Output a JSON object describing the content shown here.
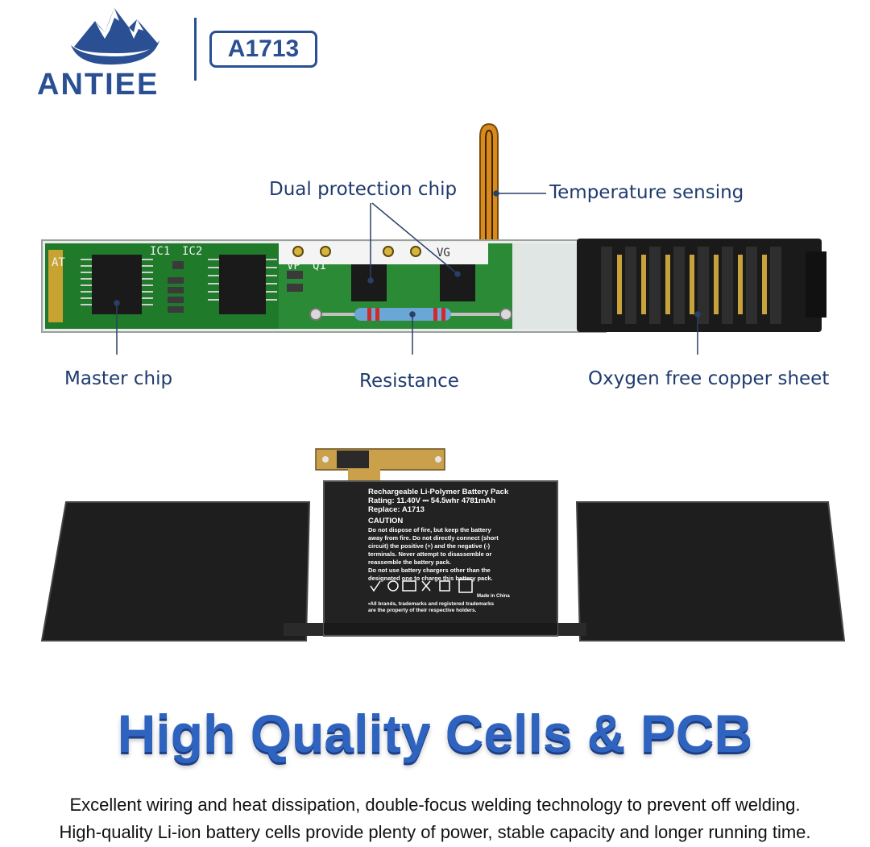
{
  "brand": {
    "name": "ANTIEE",
    "model": "A1713",
    "color": "#2a4f93"
  },
  "callouts": {
    "dual_protection": "Dual protection chip",
    "temperature": "Temperature sensing",
    "master_chip": "Master chip",
    "resistance": "Resistance",
    "copper_sheet": "Oxygen free copper sheet"
  },
  "pcb": {
    "silkscreen": [
      "AT",
      "IC1",
      "IC2",
      "VP",
      "Q1",
      "VG"
    ]
  },
  "battery_label": {
    "line1": "Rechargeable Li-Polymer Battery Pack",
    "line2": "Rating: 11.40V ⎓ 54.5whr 4781mAh",
    "line3": "Replace: A1713",
    "caution_title": "CAUTION",
    "caution_lines": [
      "Do not dispose of fire, but keep the battery",
      "away from fire. Do not directly connect (short",
      "circuit) the positive (+) and the negative (-)",
      "terminals. Never attempt to disassemble or",
      "reassemble the battery pack.",
      "Do not use battery chargers other than the",
      "designated one to charge this battery pack."
    ],
    "made_in": "Made in China",
    "trademark_lines": [
      "•All brands, trademarks and registered trademarks",
      "are the property of their respective holders."
    ]
  },
  "headline": "High Quality Cells & PCB",
  "description": [
    "Excellent wiring and heat dissipation, double-focus welding technology to prevent off welding.",
    "High-quality Li-ion battery cells provide plenty of power, stable capacity and longer running time."
  ],
  "colors": {
    "callout_text": "#1f3b6e",
    "headline": "#2f63c0",
    "pcb_green": "#1f7a2a",
    "cell_black": "#1e1e1e"
  }
}
